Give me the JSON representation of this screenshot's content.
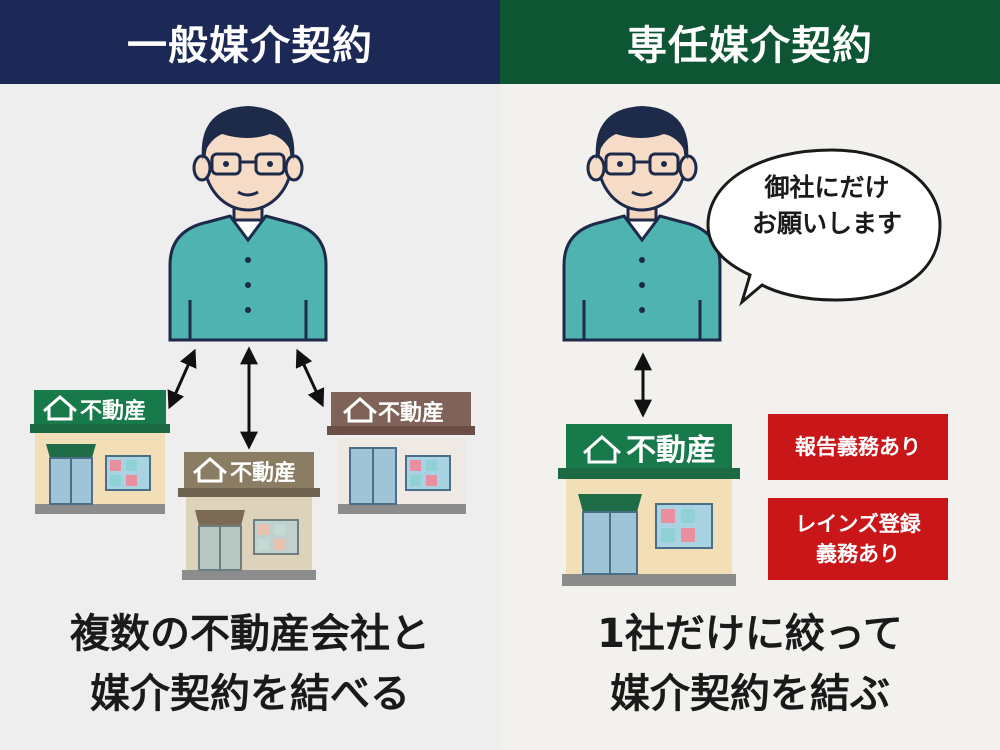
{
  "left": {
    "title": "一般媒介契約",
    "sign_label": "不動産",
    "caption_line1": "複数の不動産会社と",
    "caption_line2": "媒介契約を結べる"
  },
  "right": {
    "title": "専任媒介契約",
    "sign_label": "不動産",
    "bubble_line1": "御社にだけ",
    "bubble_line2": "お願いします",
    "badge1": "報告義務あり",
    "badge2_line1": "レインズ登録",
    "badge2_line2": "義務あり",
    "caption_line1": "1社だけに絞って",
    "caption_line2": "媒介契約を結ぶ"
  },
  "colors": {
    "left_header": "#1c2957",
    "right_header": "#0e5534",
    "badge_red": "#c91619",
    "shirt": "#4fb3b0",
    "sign_green": "#187a4a",
    "sign_brown": "#806358",
    "sign_khaki": "#8b7d63"
  },
  "icons": [
    "person-icon",
    "house-icon",
    "speech-bubble-icon",
    "double-arrow-icon",
    "real-estate-shop-icon"
  ]
}
